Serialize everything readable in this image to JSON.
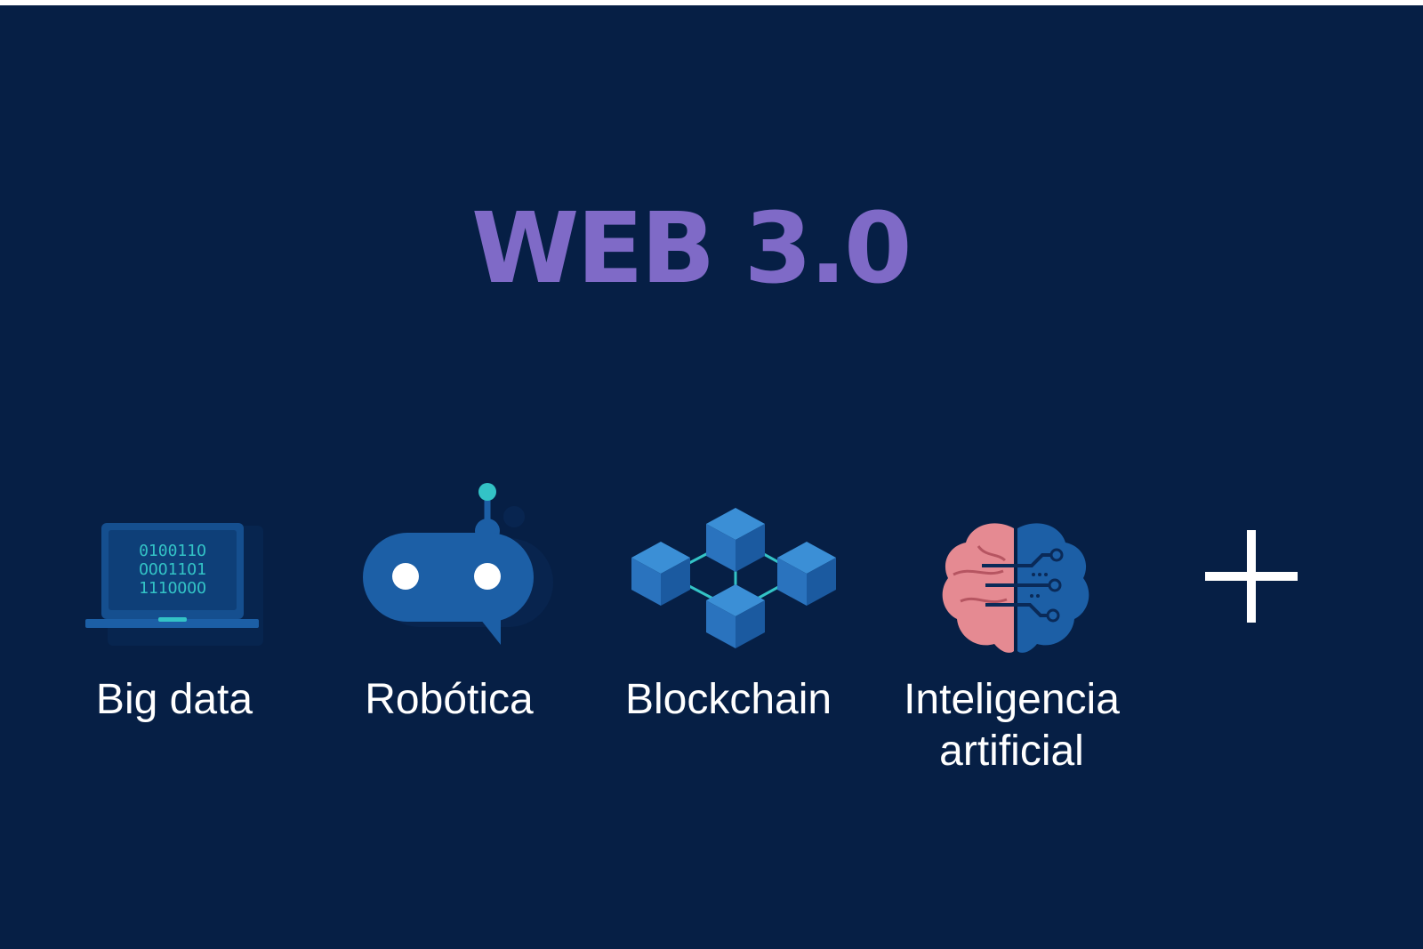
{
  "title": "WEB 3.0",
  "items": [
    {
      "label": "Big data",
      "icon": "laptop-binary-icon",
      "screen_text": [
        "010011O",
        "OOO11O1",
        "111OOOO"
      ]
    },
    {
      "label": "Robótica",
      "icon": "robot-icon"
    },
    {
      "label": "Blockchain",
      "icon": "blockchain-cubes-icon"
    },
    {
      "label": "Inteligencia artificial",
      "icon": "brain-circuit-icon"
    }
  ],
  "more_icon": "plus-icon",
  "colors": {
    "background": "#061f45",
    "title": "#7f6ac7",
    "label": "#ffffff",
    "icon_blue": "#1c5fa6",
    "accent_teal": "#33c3c6",
    "brain_pink": "#e58a92"
  }
}
